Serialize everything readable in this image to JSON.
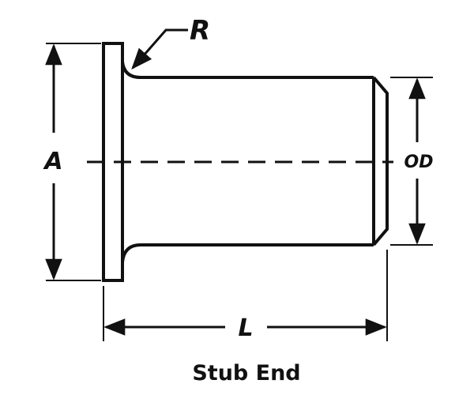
{
  "diagram": {
    "labels": {
      "radius": "R",
      "flange_diameter": "A",
      "outside_diameter": "OD",
      "length": "L"
    },
    "caption": "Stub End",
    "colors": {
      "line": "#111111",
      "background": "#ffffff"
    }
  }
}
